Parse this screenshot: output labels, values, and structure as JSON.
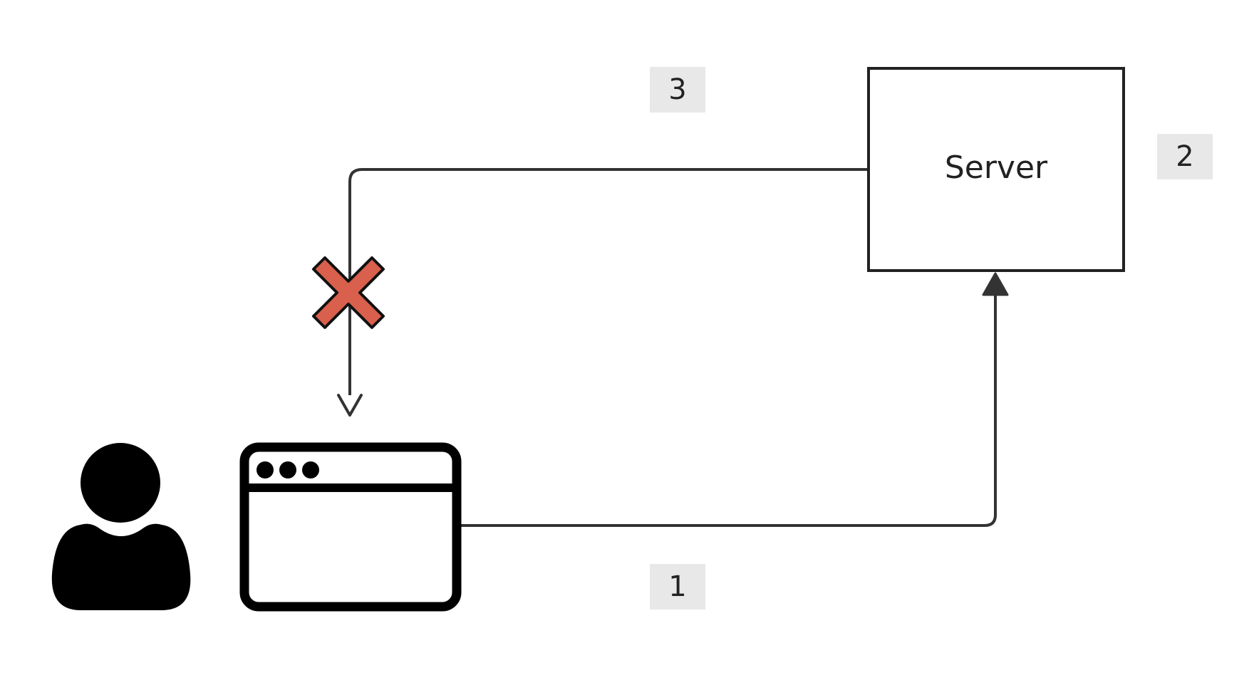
{
  "server": {
    "label": "Server"
  },
  "steps": [
    {
      "number": "1"
    },
    {
      "number": "2"
    },
    {
      "number": "3"
    }
  ],
  "icons": {
    "user": "user-icon",
    "browser": "browser-window-icon",
    "blocked": "cross-mark-icon"
  },
  "colors": {
    "line": "#333333",
    "outline": "#222222",
    "cross": "#d9604c",
    "label_bg": "#e8e8e8",
    "icon": "#000000"
  }
}
